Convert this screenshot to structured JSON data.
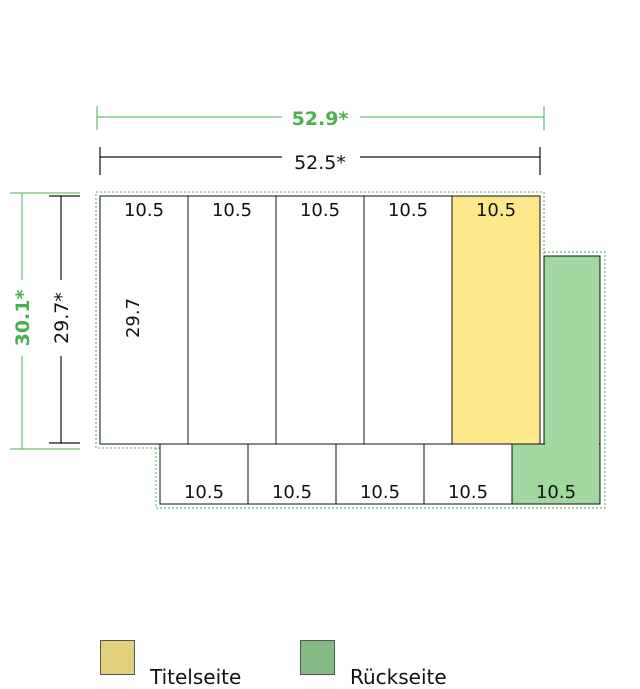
{
  "dimensions": {
    "outer_width": "52.9*",
    "inner_width": "52.5*",
    "outer_height": "30.1*",
    "inner_height": "29.7*",
    "panel_height": "29.7"
  },
  "top_panels": [
    "10.5",
    "10.5",
    "10.5",
    "10.5",
    "10.5"
  ],
  "bottom_panels": [
    "10.5",
    "10.5",
    "10.5",
    "10.5",
    "10.5"
  ],
  "legend": {
    "title_page": "Titelseite",
    "back_page": "Rückseite"
  },
  "colors": {
    "title_page_fill": "#fde98c",
    "back_page_fill": "#a0d8a0",
    "legend_title_swatch": "#e3d07a",
    "legend_back_swatch": "#85ba85",
    "dimension_green": "#4caf50"
  }
}
